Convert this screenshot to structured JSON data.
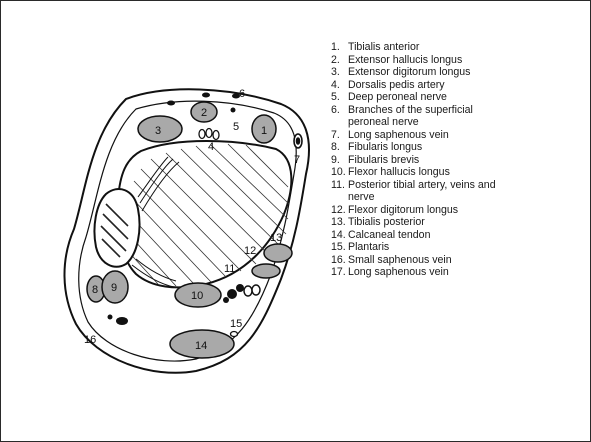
{
  "diagram": {
    "numbers": [
      "1",
      "2",
      "3",
      "4",
      "5",
      "6",
      "7",
      "8",
      "9",
      "10",
      "11",
      "12",
      "13",
      "14",
      "15",
      "16"
    ]
  },
  "legend": {
    "items": [
      {
        "num": "1",
        "text": "Tibialis anterior"
      },
      {
        "num": "2",
        "text": "Extensor hallucis longus"
      },
      {
        "num": "3",
        "text": "Extensor digitorum longus"
      },
      {
        "num": "4",
        "text": "Dorsalis pedis artery"
      },
      {
        "num": "5",
        "text": "Deep peroneal nerve"
      },
      {
        "num": "6",
        "text": "Branches of the superficial",
        "cont": "peroneal nerve"
      },
      {
        "num": "7",
        "text": "Long saphenous vein"
      },
      {
        "num": "8",
        "text": "Fibularis longus"
      },
      {
        "num": "9",
        "text": "Fibularis brevis"
      },
      {
        "num": "10",
        "text": "Flexor hallucis longus"
      },
      {
        "num": "11",
        "text": "Posterior tibial artery, veins and",
        "cont": "nerve"
      },
      {
        "num": "12",
        "text": "Flexor digitorum longus"
      },
      {
        "num": "13",
        "text": "Tibialis posterior"
      },
      {
        "num": "14",
        "text": "Calcaneal tendon"
      },
      {
        "num": "15",
        "text": "Plantaris"
      },
      {
        "num": "16",
        "text": "Small saphenous vein"
      },
      {
        "num": "17",
        "text": "Long saphenous vein"
      }
    ]
  },
  "colors": {
    "muscle": "#a9a9a9",
    "outline": "#111111",
    "background": "#ffffff"
  }
}
